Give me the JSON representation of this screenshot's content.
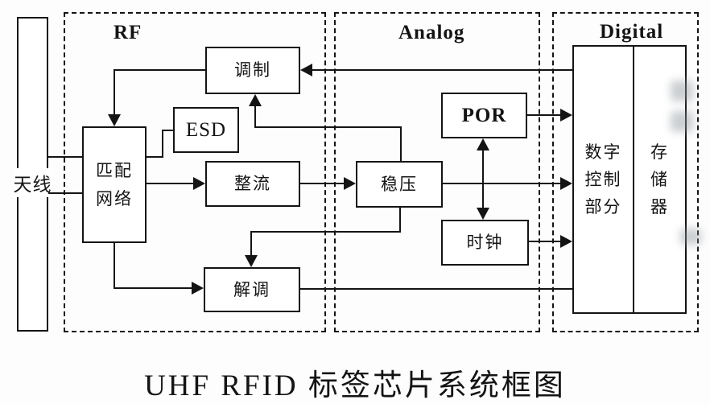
{
  "caption": "UHF RFID 标签芯片系统框图",
  "colors": {
    "line": "#141414",
    "background": "#fdfdfd"
  },
  "antenna": {
    "label": "天线"
  },
  "sections": {
    "rf": {
      "label": "RF"
    },
    "analog": {
      "label": "Analog"
    },
    "digital": {
      "label": "Digital"
    }
  },
  "blocks": {
    "modulator": {
      "label": "调制"
    },
    "esd": {
      "label": "ESD"
    },
    "matching_network": {
      "label": [
        "匹配",
        "网络"
      ]
    },
    "rectifier": {
      "label": "整流"
    },
    "regulator": {
      "label": "稳压"
    },
    "por": {
      "label": "POR"
    },
    "clock": {
      "label": "时钟"
    },
    "demodulator": {
      "label": "解调"
    },
    "digital_control": {
      "label": [
        "数字",
        "控制",
        "部分"
      ]
    },
    "memory": {
      "label": [
        "存",
        "储",
        "器"
      ]
    }
  }
}
